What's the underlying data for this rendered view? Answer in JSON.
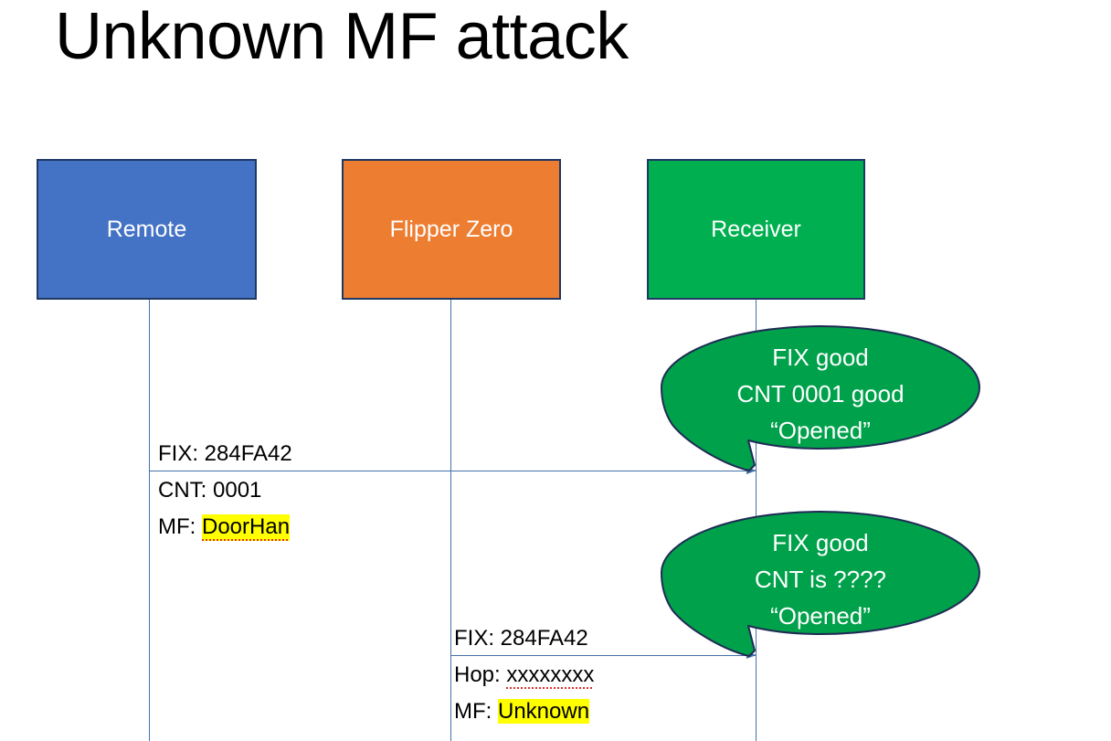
{
  "slide": {
    "title": "Unknown MF attack",
    "background": "#FFFFFF"
  },
  "colors": {
    "remote_fill": "#4472C4",
    "flipper_fill": "#ED7D31",
    "receiver_fill": "#00B050",
    "box_border": "#1F3864",
    "lifeline": "#4472A8",
    "arrow": "#4472A8",
    "highlight": "#FFFF00",
    "bubble_fill": "#00A14B",
    "bubble_border": "#1F2B54",
    "label_text": "#000000",
    "box_text": "#FFFFFF"
  },
  "actors": [
    {
      "id": "remote",
      "label": "Remote"
    },
    {
      "id": "flipper",
      "label": "Flipper Zero"
    },
    {
      "id": "receiver",
      "label": "Receiver"
    }
  ],
  "messages": [
    {
      "id": "msg-1",
      "from": "remote",
      "to": "receiver",
      "line1": "FIX: 284FA42",
      "line2": "CNT: 0001",
      "line3_prefix": "MF: ",
      "line3_value": "DoorHan",
      "line3_highlighted": true,
      "line3_misspelled": true
    },
    {
      "id": "msg-2",
      "from": "flipper",
      "to": "receiver",
      "line1": "FIX: 284FA42",
      "line2_prefix": "Hop: ",
      "line2_value": "xxxxxxxx",
      "line2_misspelled": true,
      "line3_prefix": "MF: ",
      "line3_value": "Unknown",
      "line3_highlighted": true
    }
  ],
  "callouts": [
    {
      "id": "callout-1",
      "line1": "FIX good",
      "line2": "CNT 0001 good",
      "line3": "“Opened”"
    },
    {
      "id": "callout-2",
      "line1": "FIX good",
      "line2": "CNT is ????",
      "line3": "“Opened”"
    }
  ]
}
